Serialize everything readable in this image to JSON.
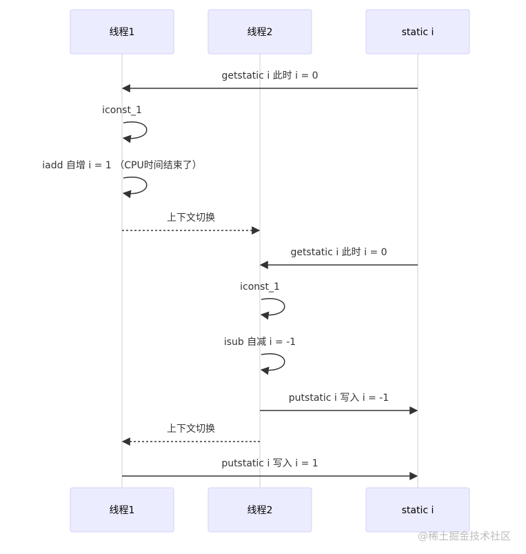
{
  "participants": [
    {
      "id": "t1",
      "label": "线程1"
    },
    {
      "id": "t2",
      "label": "线程2"
    },
    {
      "id": "si",
      "label": "static i"
    }
  ],
  "messages": [
    {
      "from": "si",
      "to": "t1",
      "label": "getstatic i 此时 i = 0",
      "style": "solid"
    },
    {
      "from": "t1",
      "to": "t1",
      "label": "iconst_1",
      "style": "solid"
    },
    {
      "from": "t1",
      "to": "t1",
      "label": "iadd 自增 i = 1 （CPU时间结束了）",
      "style": "solid"
    },
    {
      "from": "t1",
      "to": "t2",
      "label": "上下文切换",
      "style": "dashed"
    },
    {
      "from": "si",
      "to": "t2",
      "label": "getstatic i 此时 i = 0",
      "style": "solid"
    },
    {
      "from": "t2",
      "to": "t2",
      "label": "iconst_1",
      "style": "solid"
    },
    {
      "from": "t2",
      "to": "t2",
      "label": "isub 自减 i = -1",
      "style": "solid"
    },
    {
      "from": "t2",
      "to": "si",
      "label": "putstatic i 写入 i = -1",
      "style": "solid"
    },
    {
      "from": "t2",
      "to": "t1",
      "label": "上下文切换",
      "style": "dashed"
    },
    {
      "from": "t1",
      "to": "si",
      "label": "putstatic i 写入 i = 1",
      "style": "solid"
    }
  ],
  "watermark": "@稀土掘金技术社区",
  "colors": {
    "actor_fill": "#ececff",
    "actor_border": "#d3cff8",
    "lifeline": "#cfcfcf",
    "message": "#333333"
  }
}
